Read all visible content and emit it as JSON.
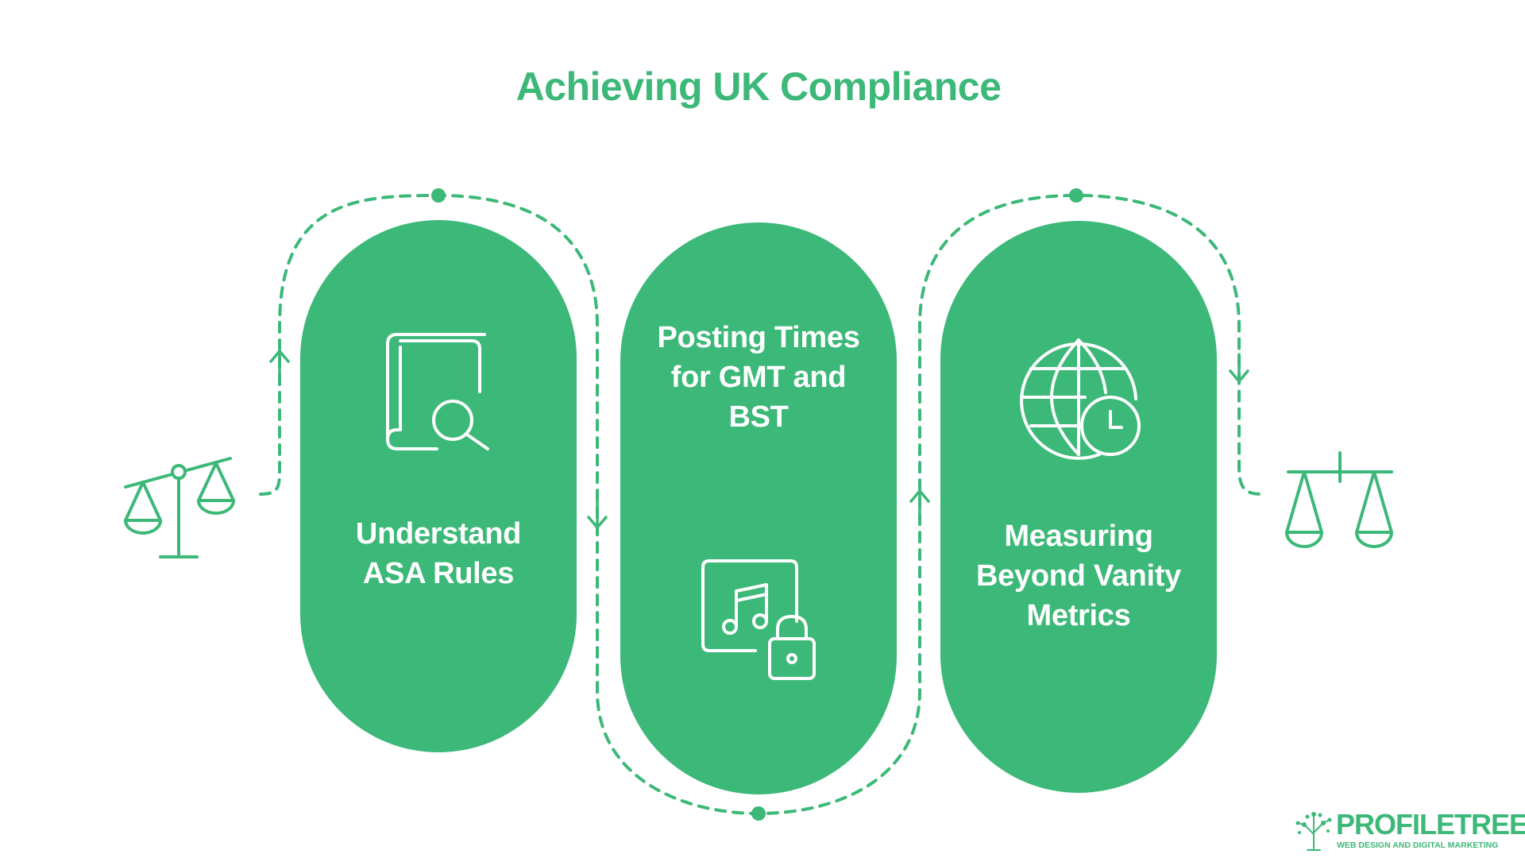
{
  "title": "Achieving UK Compliance",
  "steps": [
    {
      "label_lines": [
        "Understand",
        "ASA Rules"
      ],
      "icon": "book-search-icon"
    },
    {
      "label_lines": [
        "Posting Times",
        "for GMT and",
        "BST"
      ],
      "icon": "music-lock-icon"
    },
    {
      "label_lines": [
        "Measuring",
        "Beyond Vanity",
        "Metrics"
      ],
      "icon": "globe-clock-icon"
    }
  ],
  "start_icon": "balance-scale-tilted-icon",
  "end_icon": "balance-scale-icon",
  "logo": {
    "name": "PROFILETREE",
    "tagline": "WEB DESIGN AND DIGITAL MARKETING",
    "icon": "tree-icon"
  },
  "colors": {
    "accent": "#3cb878",
    "background": "#ffffff",
    "label_text": "#ffffff"
  }
}
